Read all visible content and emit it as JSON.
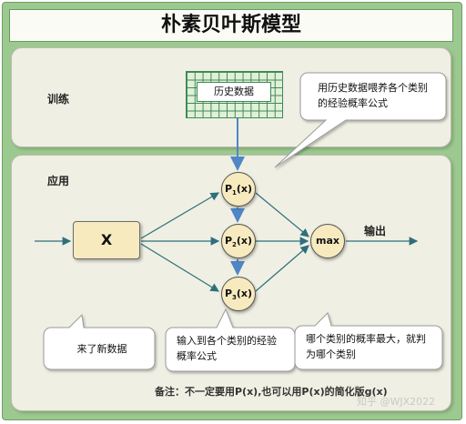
{
  "title": "朴素贝叶斯模型",
  "sections": {
    "train_label": "训练",
    "apply_label": "应用"
  },
  "history_table_label": "历史数据",
  "callouts": {
    "train": "用历史数据喂养各个类别的经验概率公式",
    "new_data": "来了新数据",
    "input": "输入到各个类别的经验概率公式",
    "which": "哪个类别的概率最大，就判为哪个类别"
  },
  "nodes": {
    "x": "X",
    "p1": {
      "base": "P",
      "sub": "1",
      "arg": "(x)"
    },
    "p2": {
      "base": "P",
      "sub": "2",
      "arg": "(x)"
    },
    "p3": {
      "base": "P",
      "sub": "3",
      "arg": "(x)"
    },
    "max": "max"
  },
  "output_label": "输出",
  "footnote": "备注：不一定要用P(x),也可以用P(x)的简化版g(x)",
  "watermark": "知乎 @WJX2022",
  "colors": {
    "background": "#9cc98f",
    "panel": "#efefe3",
    "node_fill": "#f7eabf",
    "arrow_teal": "#2e6f7c",
    "arrow_blue": "#4f86c6"
  }
}
